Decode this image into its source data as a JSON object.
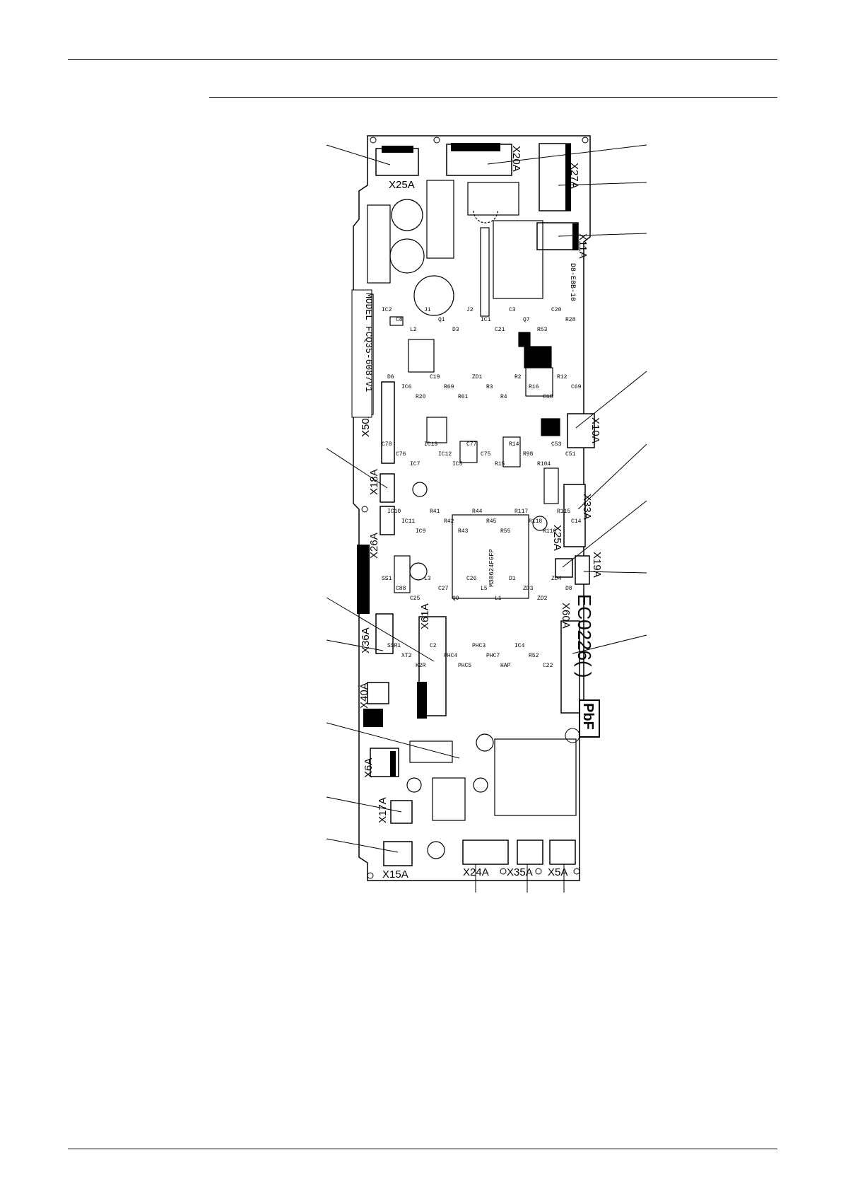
{
  "board": {
    "model_text": "MODEL FCQ35-6087V1",
    "board_code": "EC0226( )",
    "pbf_mark": "PbF",
    "ic_chip_text": "M30624FGFP",
    "marking_text": "D8-E8B-10"
  },
  "connectors": [
    {
      "id": "x25a-top",
      "label": "X25A"
    },
    {
      "id": "x20a",
      "label": "X20A"
    },
    {
      "id": "x27a",
      "label": "X27A"
    },
    {
      "id": "x11a",
      "label": "X11A"
    },
    {
      "id": "x50a",
      "label": "X50A"
    },
    {
      "id": "x10a",
      "label": "X10A"
    },
    {
      "id": "x18a",
      "label": "X18A"
    },
    {
      "id": "x33a",
      "label": "X33A"
    },
    {
      "id": "x26a",
      "label": "X26A"
    },
    {
      "id": "x25a-mid",
      "label": "X25A"
    },
    {
      "id": "x19a",
      "label": "X19A"
    },
    {
      "id": "x61a",
      "label": "X61A"
    },
    {
      "id": "x60a",
      "label": "X60A"
    },
    {
      "id": "x36a",
      "label": "X36A"
    },
    {
      "id": "x40a",
      "label": "X40A"
    },
    {
      "id": "x6a",
      "label": "X6A"
    },
    {
      "id": "x17a",
      "label": "X17A"
    },
    {
      "id": "x15a",
      "label": "X15A"
    },
    {
      "id": "x24a",
      "label": "X24A"
    },
    {
      "id": "x35a",
      "label": "X35A"
    },
    {
      "id": "x5a",
      "label": "X5A"
    }
  ],
  "components": [
    "IC2",
    "C8",
    "L2",
    "J1",
    "Q1",
    "D3",
    "J2",
    "IC1",
    "C21",
    "C3",
    "Q7",
    "R53",
    "C20",
    "R28",
    "D6",
    "IC6",
    "R20",
    "C19",
    "R69",
    "R61",
    "ZD1",
    "R3",
    "R4",
    "R2",
    "R16",
    "C18",
    "R12",
    "C69",
    "C78",
    "C76",
    "IC7",
    "IC13",
    "IC12",
    "IC5",
    "C77",
    "C75",
    "R15",
    "R14",
    "R98",
    "R104",
    "C53",
    "C51",
    "IC10",
    "IC11",
    "IC9",
    "R41",
    "R42",
    "R43",
    "R44",
    "R45",
    "R55",
    "R117",
    "R118",
    "R116",
    "R115",
    "C14",
    "SS1",
    "C88",
    "C25",
    "L3",
    "C27",
    "Q9",
    "C26",
    "L5",
    "L1",
    "D1",
    "ZD3",
    "ZD2",
    "ZD4",
    "D8",
    "SSR1",
    "XT2",
    "K2R",
    "C2",
    "PHC4",
    "PHC5",
    "PHC3",
    "PHC7",
    "HAP",
    "IC4",
    "R52",
    "C22"
  ]
}
